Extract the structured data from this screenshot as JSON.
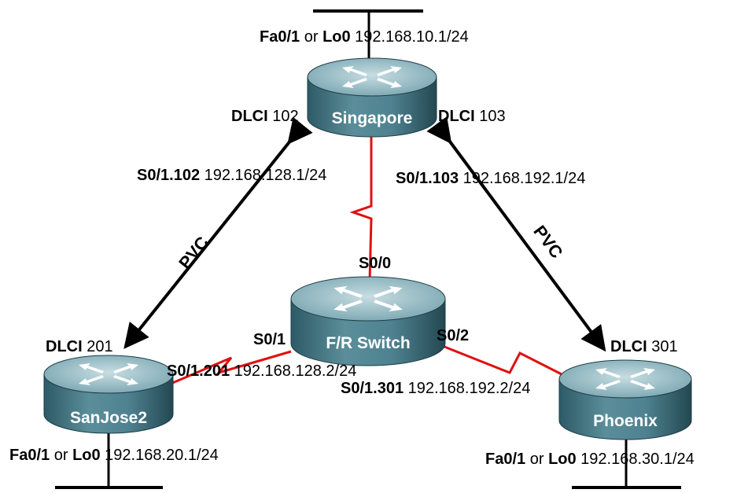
{
  "routers": {
    "singapore": {
      "name": "Singapore"
    },
    "switch": {
      "name": "F/R Switch"
    },
    "sanjose": {
      "name": "SanJose2"
    },
    "phoenix": {
      "name": "Phoenix"
    }
  },
  "singapore": {
    "lan": {
      "if1": "Fa0/1",
      "or": " or ",
      "if2": "Lo0",
      "ip": " 192.168.10.1/24"
    },
    "dlci_left": {
      "label": "DLCI",
      "value": " 102"
    },
    "dlci_right": {
      "label": "DLCI",
      "value": " 103"
    },
    "sub_left": {
      "if": "S0/1.102",
      "ip": " 192.168.128.1/24"
    },
    "sub_right": {
      "if": "S0/1.103",
      "ip": " 192.168.192.1/24"
    }
  },
  "switch_ports": {
    "s00": "S0/0",
    "s01": "S0/1",
    "s02": "S0/2"
  },
  "sanjose": {
    "dlci": {
      "label": "DLCI",
      "value": " 201"
    },
    "sub": {
      "if": "S0/1.201",
      "ip": " 192.168.128.2/24"
    },
    "lan": {
      "if1": "Fa0/1",
      "or": " or ",
      "if2": "Lo0",
      "ip": " 192.168.20.1/24"
    }
  },
  "phoenix": {
    "dlci": {
      "label": "DLCI",
      "value": " 301"
    },
    "sub": {
      "if": "S0/1.301",
      "ip": " 192.168.192.2/24"
    },
    "lan": {
      "if1": "Fa0/1",
      "or": " or ",
      "if2": "Lo0",
      "ip": " 192.168.30.1/24"
    }
  },
  "pvc": {
    "left": "PVC",
    "right": "PVC"
  },
  "colors": {
    "serial": "#e01010",
    "router_top": "#8fb7c0",
    "router_side": "#3d6f7c",
    "pvc_arrow": "#000000"
  }
}
